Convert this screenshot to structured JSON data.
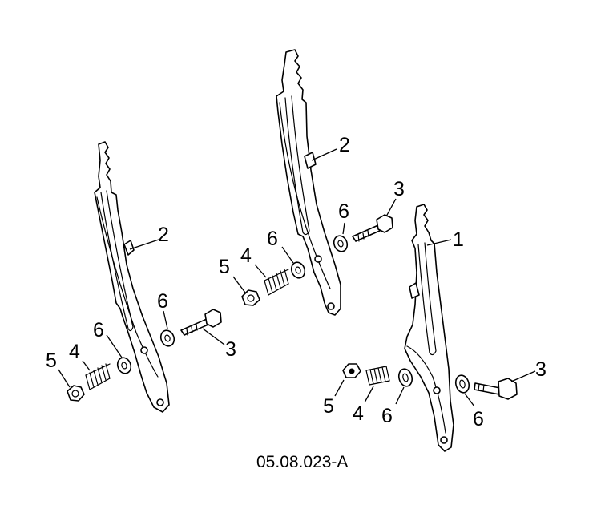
{
  "diagram": {
    "reference_code": "05.08.023-A",
    "callouts": [
      {
        "id": "c-left-2",
        "label": "2"
      },
      {
        "id": "c-left-6a",
        "label": "6"
      },
      {
        "id": "c-left-6b",
        "label": "6"
      },
      {
        "id": "c-left-4",
        "label": "4"
      },
      {
        "id": "c-left-5",
        "label": "5"
      },
      {
        "id": "c-left-3",
        "label": "3"
      },
      {
        "id": "c-mid-2",
        "label": "2"
      },
      {
        "id": "c-mid-3",
        "label": "3"
      },
      {
        "id": "c-mid-6a",
        "label": "6"
      },
      {
        "id": "c-mid-6b",
        "label": "6"
      },
      {
        "id": "c-mid-4",
        "label": "4"
      },
      {
        "id": "c-mid-5",
        "label": "5"
      },
      {
        "id": "c-right-1",
        "label": "1"
      },
      {
        "id": "c-right-3",
        "label": "3"
      },
      {
        "id": "c-right-5",
        "label": "5"
      },
      {
        "id": "c-right-4",
        "label": "4"
      },
      {
        "id": "c-right-6a",
        "label": "6"
      },
      {
        "id": "c-right-6b",
        "label": "6"
      }
    ]
  }
}
